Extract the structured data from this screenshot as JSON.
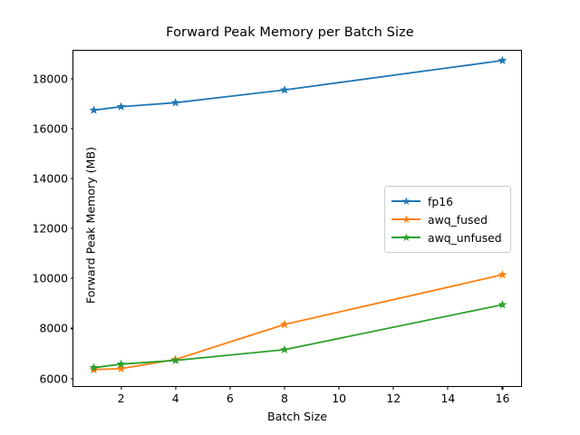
{
  "chart_data": {
    "type": "line",
    "title": "Forward Peak Memory per Batch Size",
    "xlabel": "Batch Size",
    "ylabel": "Forward Peak Memory (MB)",
    "x": [
      1,
      2,
      4,
      8,
      16
    ],
    "xlim": [
      0.25,
      16.75
    ],
    "ylim": [
      5620,
      19120
    ],
    "xticks": [
      2,
      4,
      6,
      8,
      10,
      12,
      14,
      16
    ],
    "xticklabels": [
      "2",
      "4",
      "6",
      "8",
      "10",
      "12",
      "14",
      "16"
    ],
    "yticks": [
      6000,
      8000,
      10000,
      12000,
      14000,
      16000,
      18000
    ],
    "yticklabels": [
      "6000",
      "8000",
      "10000",
      "12000",
      "14000",
      "16000",
      "18000"
    ],
    "grid": false,
    "legend_position": "center right",
    "marker": "star",
    "series": [
      {
        "name": "fp16",
        "color": "#1f77b4",
        "values": [
          16740,
          16880,
          17040,
          17550,
          18730
        ]
      },
      {
        "name": "awq_fused",
        "color": "#ff7f0e",
        "values": [
          6350,
          6390,
          6760,
          8160,
          10150
        ]
      },
      {
        "name": "awq_unfused",
        "color": "#2ca02c",
        "values": [
          6430,
          6570,
          6720,
          7150,
          8950
        ]
      }
    ]
  },
  "legend": {
    "items": [
      {
        "label": "fp16"
      },
      {
        "label": "awq_fused"
      },
      {
        "label": "awq_unfused"
      }
    ]
  }
}
